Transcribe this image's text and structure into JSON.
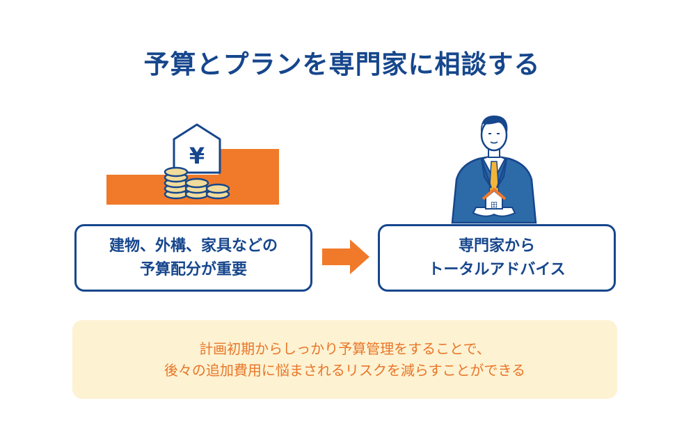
{
  "title": "予算とプランを専門家に相談する",
  "left_box": {
    "line1": "建物、外構、家具などの",
    "line2": "予算配分が重要"
  },
  "right_box": {
    "line1": "専門家から",
    "line2": "トータルアドバイス"
  },
  "note": {
    "line1": "計画初期からしっかり予算管理をすることで、",
    "line2": "後々の追加費用に悩まされるリスクを減らすことができる"
  },
  "budget_illustration": {
    "house_symbol": "¥",
    "icon": "yen-house-coins-icon"
  },
  "advisor_illustration": {
    "house_symbol": "田",
    "icon": "advisor-holding-house-icon"
  },
  "colors": {
    "navy": "#16468c",
    "orange": "#f07a2a",
    "note_bg": "#fdf2d2",
    "note_text": "#e87628",
    "coin": "#f2dc9b"
  }
}
